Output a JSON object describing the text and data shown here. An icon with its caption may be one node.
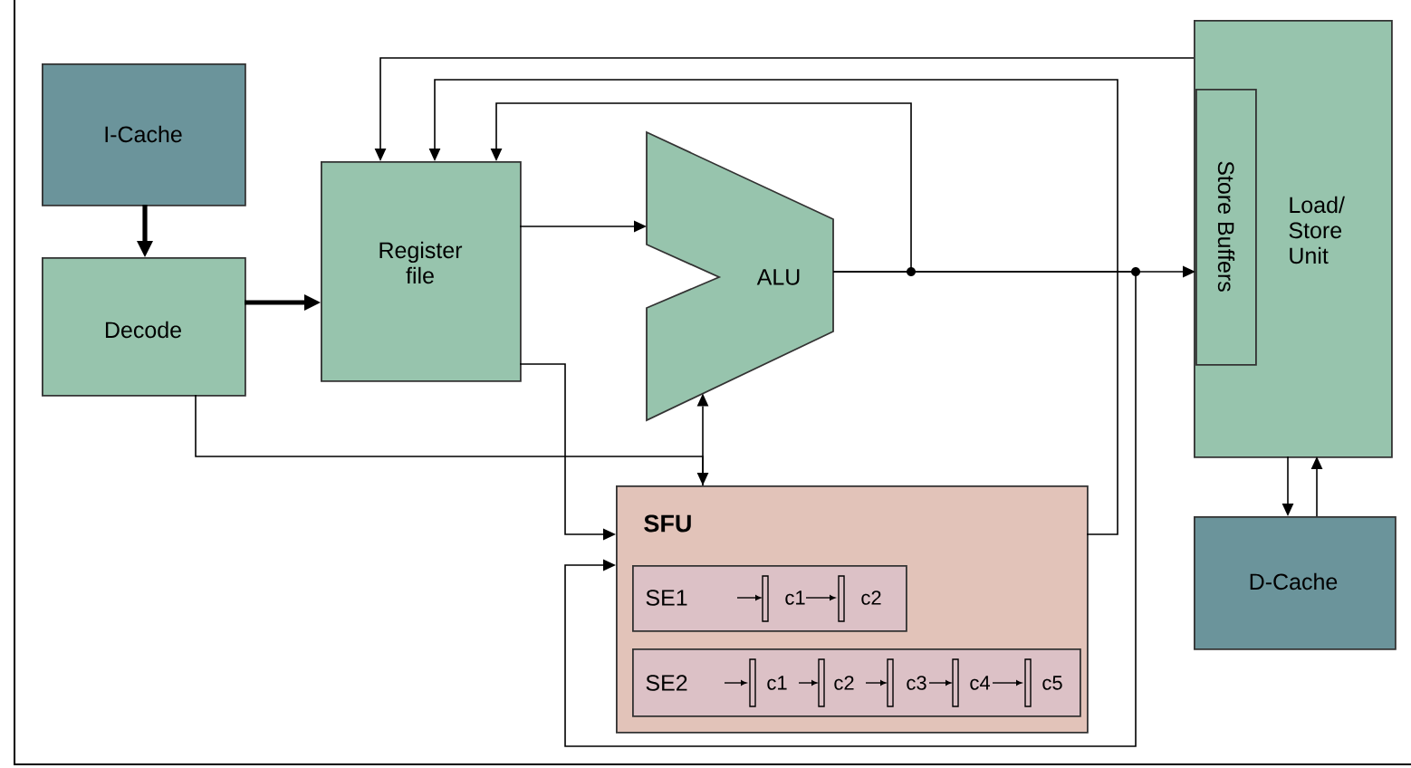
{
  "diagram": {
    "nodes": [
      {
        "text": [
          "I-Cache"
        ]
      },
      {
        "text": [
          "Decode"
        ]
      },
      {
        "text": [
          "Register file"
        ]
      },
      {
        "text": [
          "ALU"
        ]
      },
      {
        "text": [
          "Load/ Store Unit"
        ]
      },
      {
        "text": [
          "Store Buffers"
        ],
        "in": 4
      },
      {
        "text": [
          "SFU"
        ]
      },
      {
        "text": [
          "SE1"
        ],
        "in": 6
      },
      {
        "text": [
          "SE2"
        ],
        "in": 6
      },
      {
        "text": [
          "D-Cache"
        ]
      }
    ],
    "edges": [
      {
        "from": 0,
        "to": 1,
        "arrow": "to",
        "style": "thick"
      },
      {
        "from": 1,
        "to": 2,
        "arrow": "to",
        "style": "thick"
      },
      {
        "from": 2,
        "to": 3,
        "arrow": "to"
      },
      {
        "from": 3,
        "to": 5,
        "arrow": "to"
      },
      {
        "from": 4,
        "to": 2,
        "arrow": "to"
      },
      {
        "from": 6,
        "to": 2,
        "arrow": "to"
      },
      {
        "from": 3,
        "to": 2,
        "arrow": "to"
      },
      {
        "from": 3,
        "to": 6,
        "arrow": "to"
      },
      {
        "from": 1,
        "to": 6,
        "arrow": "to"
      },
      {
        "from": 6,
        "to": 3,
        "arrow": "to"
      },
      {
        "from": 2,
        "to": 6,
        "arrow": "to"
      },
      {
        "from": 4,
        "to": 9,
        "arrow": "to"
      },
      {
        "from": 9,
        "to": 4,
        "arrow": "to"
      }
    ],
    "labels": [
      "c1",
      "c2",
      "c1",
      "c2",
      "c3",
      "c4",
      "c5"
    ]
  }
}
